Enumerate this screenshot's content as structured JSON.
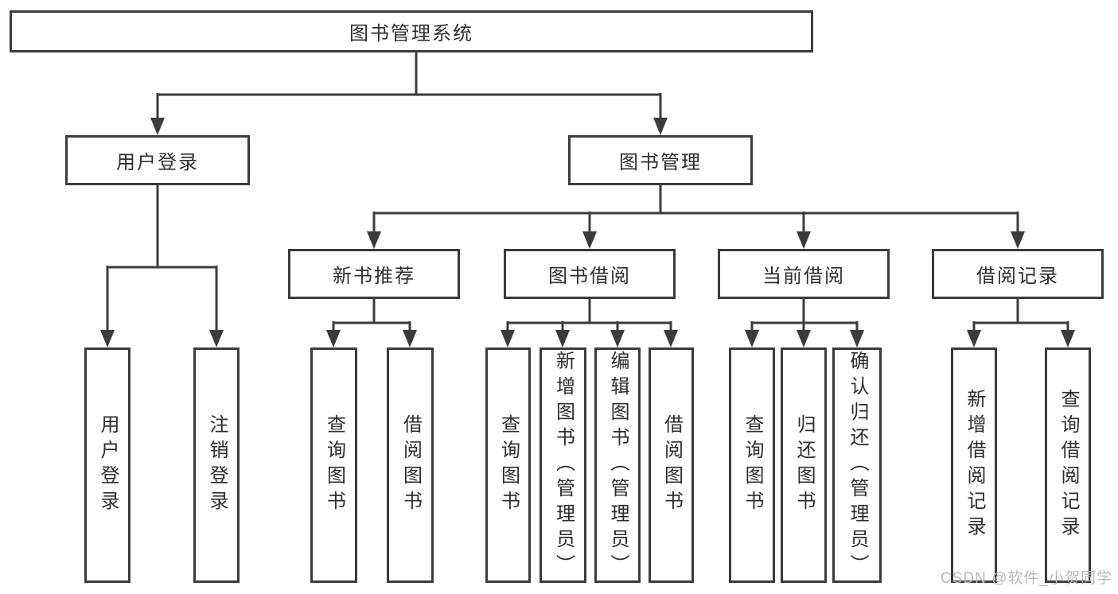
{
  "diagram_title": "图书管理系统",
  "watermark": "CSDN @软件_小贺同学",
  "colors": {
    "line": "#3b3b3b",
    "text": "#2d2d2d",
    "box_fill": "#ffffff",
    "background": "#ffffff",
    "watermark": "#b9b9b9"
  },
  "tree": {
    "root": {
      "label": "图书管理系统"
    },
    "branches": [
      {
        "label": "用户登录",
        "children": [
          {
            "label": "用户登录"
          },
          {
            "label": "注销登录"
          }
        ]
      },
      {
        "label": "图书管理",
        "children": [
          {
            "label": "新书推荐",
            "children": [
              {
                "label": "查询图书"
              },
              {
                "label": "借阅图书"
              }
            ]
          },
          {
            "label": "图书借阅",
            "children": [
              {
                "label": "查询图书"
              },
              {
                "label": "新增图书（管理员）"
              },
              {
                "label": "编辑图书（管理员）"
              },
              {
                "label": "借阅图书"
              }
            ]
          },
          {
            "label": "当前借阅",
            "children": [
              {
                "label": "查询图书"
              },
              {
                "label": "归还图书"
              },
              {
                "label": "确认归还（管理员）"
              }
            ]
          },
          {
            "label": "借阅记录",
            "children": [
              {
                "label": "新增借阅记录"
              },
              {
                "label": "查询借阅记录"
              }
            ]
          }
        ]
      }
    ]
  }
}
